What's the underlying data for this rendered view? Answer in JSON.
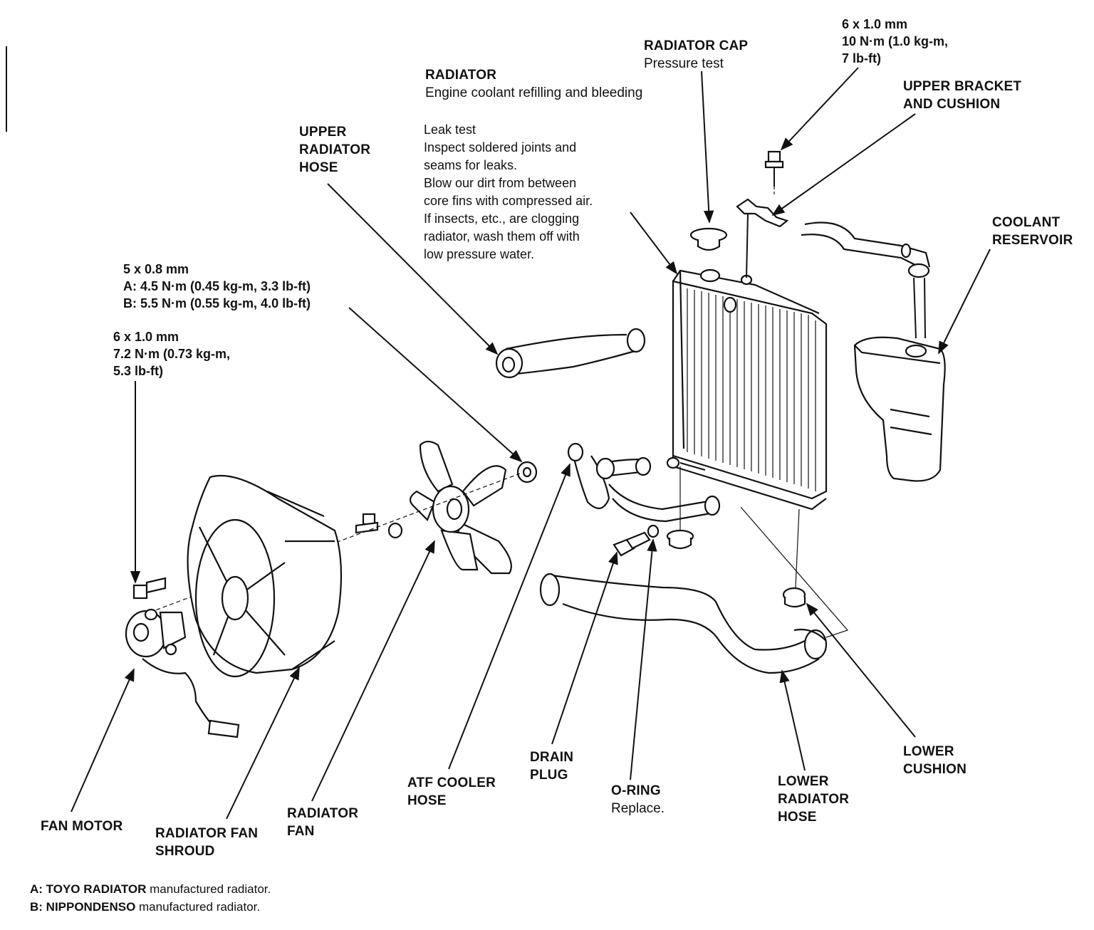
{
  "labels": {
    "radiator_cap": {
      "title": "RADIATOR CAP",
      "desc": "Pressure test"
    },
    "radiator": {
      "title": "RADIATOR",
      "desc": "Engine coolant refilling and bleeding"
    },
    "radiator_notes": [
      "Leak test",
      "Inspect soldered joints and",
      "seams for leaks.",
      "Blow our dirt from between",
      "core fins with compressed air.",
      "If insects, etc., are clogging",
      "radiator,  wash them off with",
      "low pressure water."
    ],
    "upper_radiator_hose": [
      "UPPER",
      "RADIATOR",
      "HOSE"
    ],
    "upper_bracket": [
      "UPPER BRACKET",
      "AND CUSHION"
    ],
    "coolant_reservoir": [
      "COOLANT",
      "RESERVOIR"
    ],
    "fan_motor": "FAN MOTOR",
    "radiator_fan_shroud": [
      "RADIATOR FAN",
      "SHROUD"
    ],
    "radiator_fan": [
      "RADIATOR",
      "FAN"
    ],
    "atf_cooler_hose": [
      "ATF COOLER",
      "HOSE"
    ],
    "drain_plug": [
      "DRAIN",
      "PLUG"
    ],
    "o_ring": {
      "title": "O-RING",
      "desc": "Replace."
    },
    "lower_radiator_hose": [
      "LOWER",
      "RADIATOR",
      "HOSE"
    ],
    "lower_cushion": [
      "LOWER",
      "CUSHION"
    ]
  },
  "specs": {
    "bracket_bolt": [
      "6 x 1.0 mm",
      "10 N·m (1.0 kg-m,",
      "7 lb-ft)"
    ],
    "fan_nut": [
      "5 x 0.8 mm",
      "A: 4.5 N·m (0.45 kg-m, 3.3 lb-ft)",
      "B: 5.5 N·m (0.55 kg-m, 4.0 lb-ft)"
    ],
    "shroud_bolt": [
      "6 x 1.0 mm",
      "7.2 N·m (0.73 kg-m,",
      "5.3 lb-ft)"
    ]
  },
  "footnotes": {
    "a_bold": "A: TOYO RADIATOR",
    "a_rest": " manufactured radiator.",
    "b_bold": "B: NIPPONDENSO",
    "b_rest": " manufactured radiator."
  }
}
